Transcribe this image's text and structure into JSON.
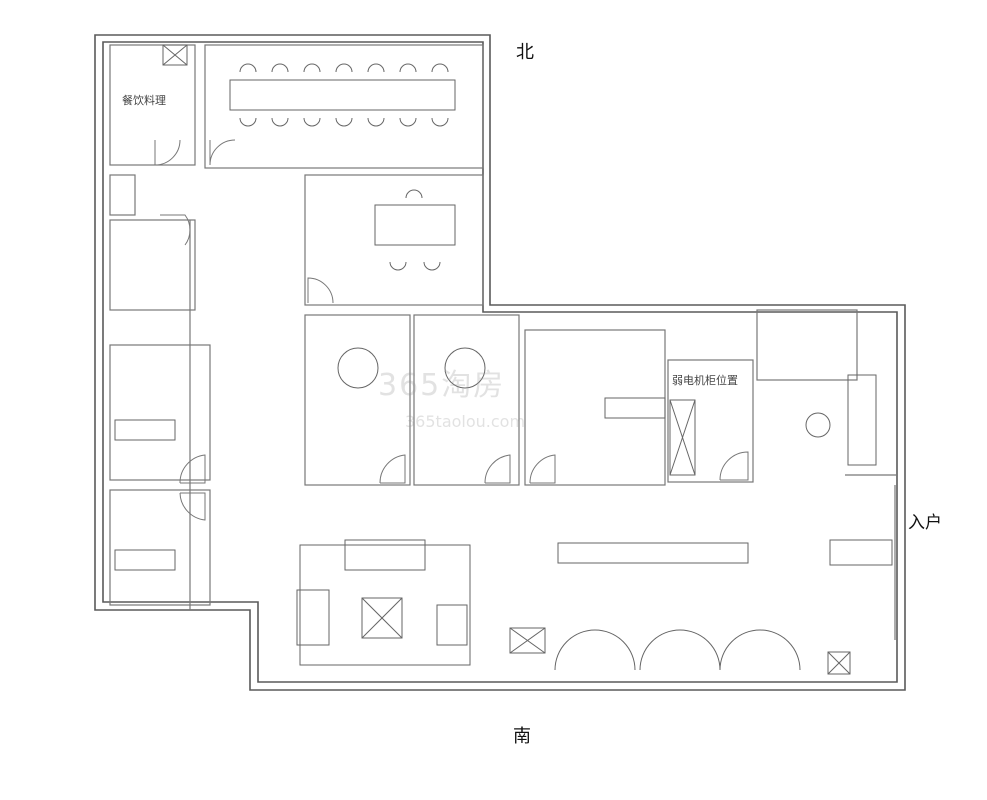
{
  "labels": {
    "north": "北",
    "south": "南",
    "entrance": "入户",
    "pantry": "餐饮料理",
    "cabinet": "弱电机柜位置"
  },
  "watermark": {
    "text": "365淘房",
    "site": "365taolou.com"
  },
  "colors": {
    "wall": "#5a5a5a",
    "line": "#777777",
    "furniture": "#666666"
  }
}
